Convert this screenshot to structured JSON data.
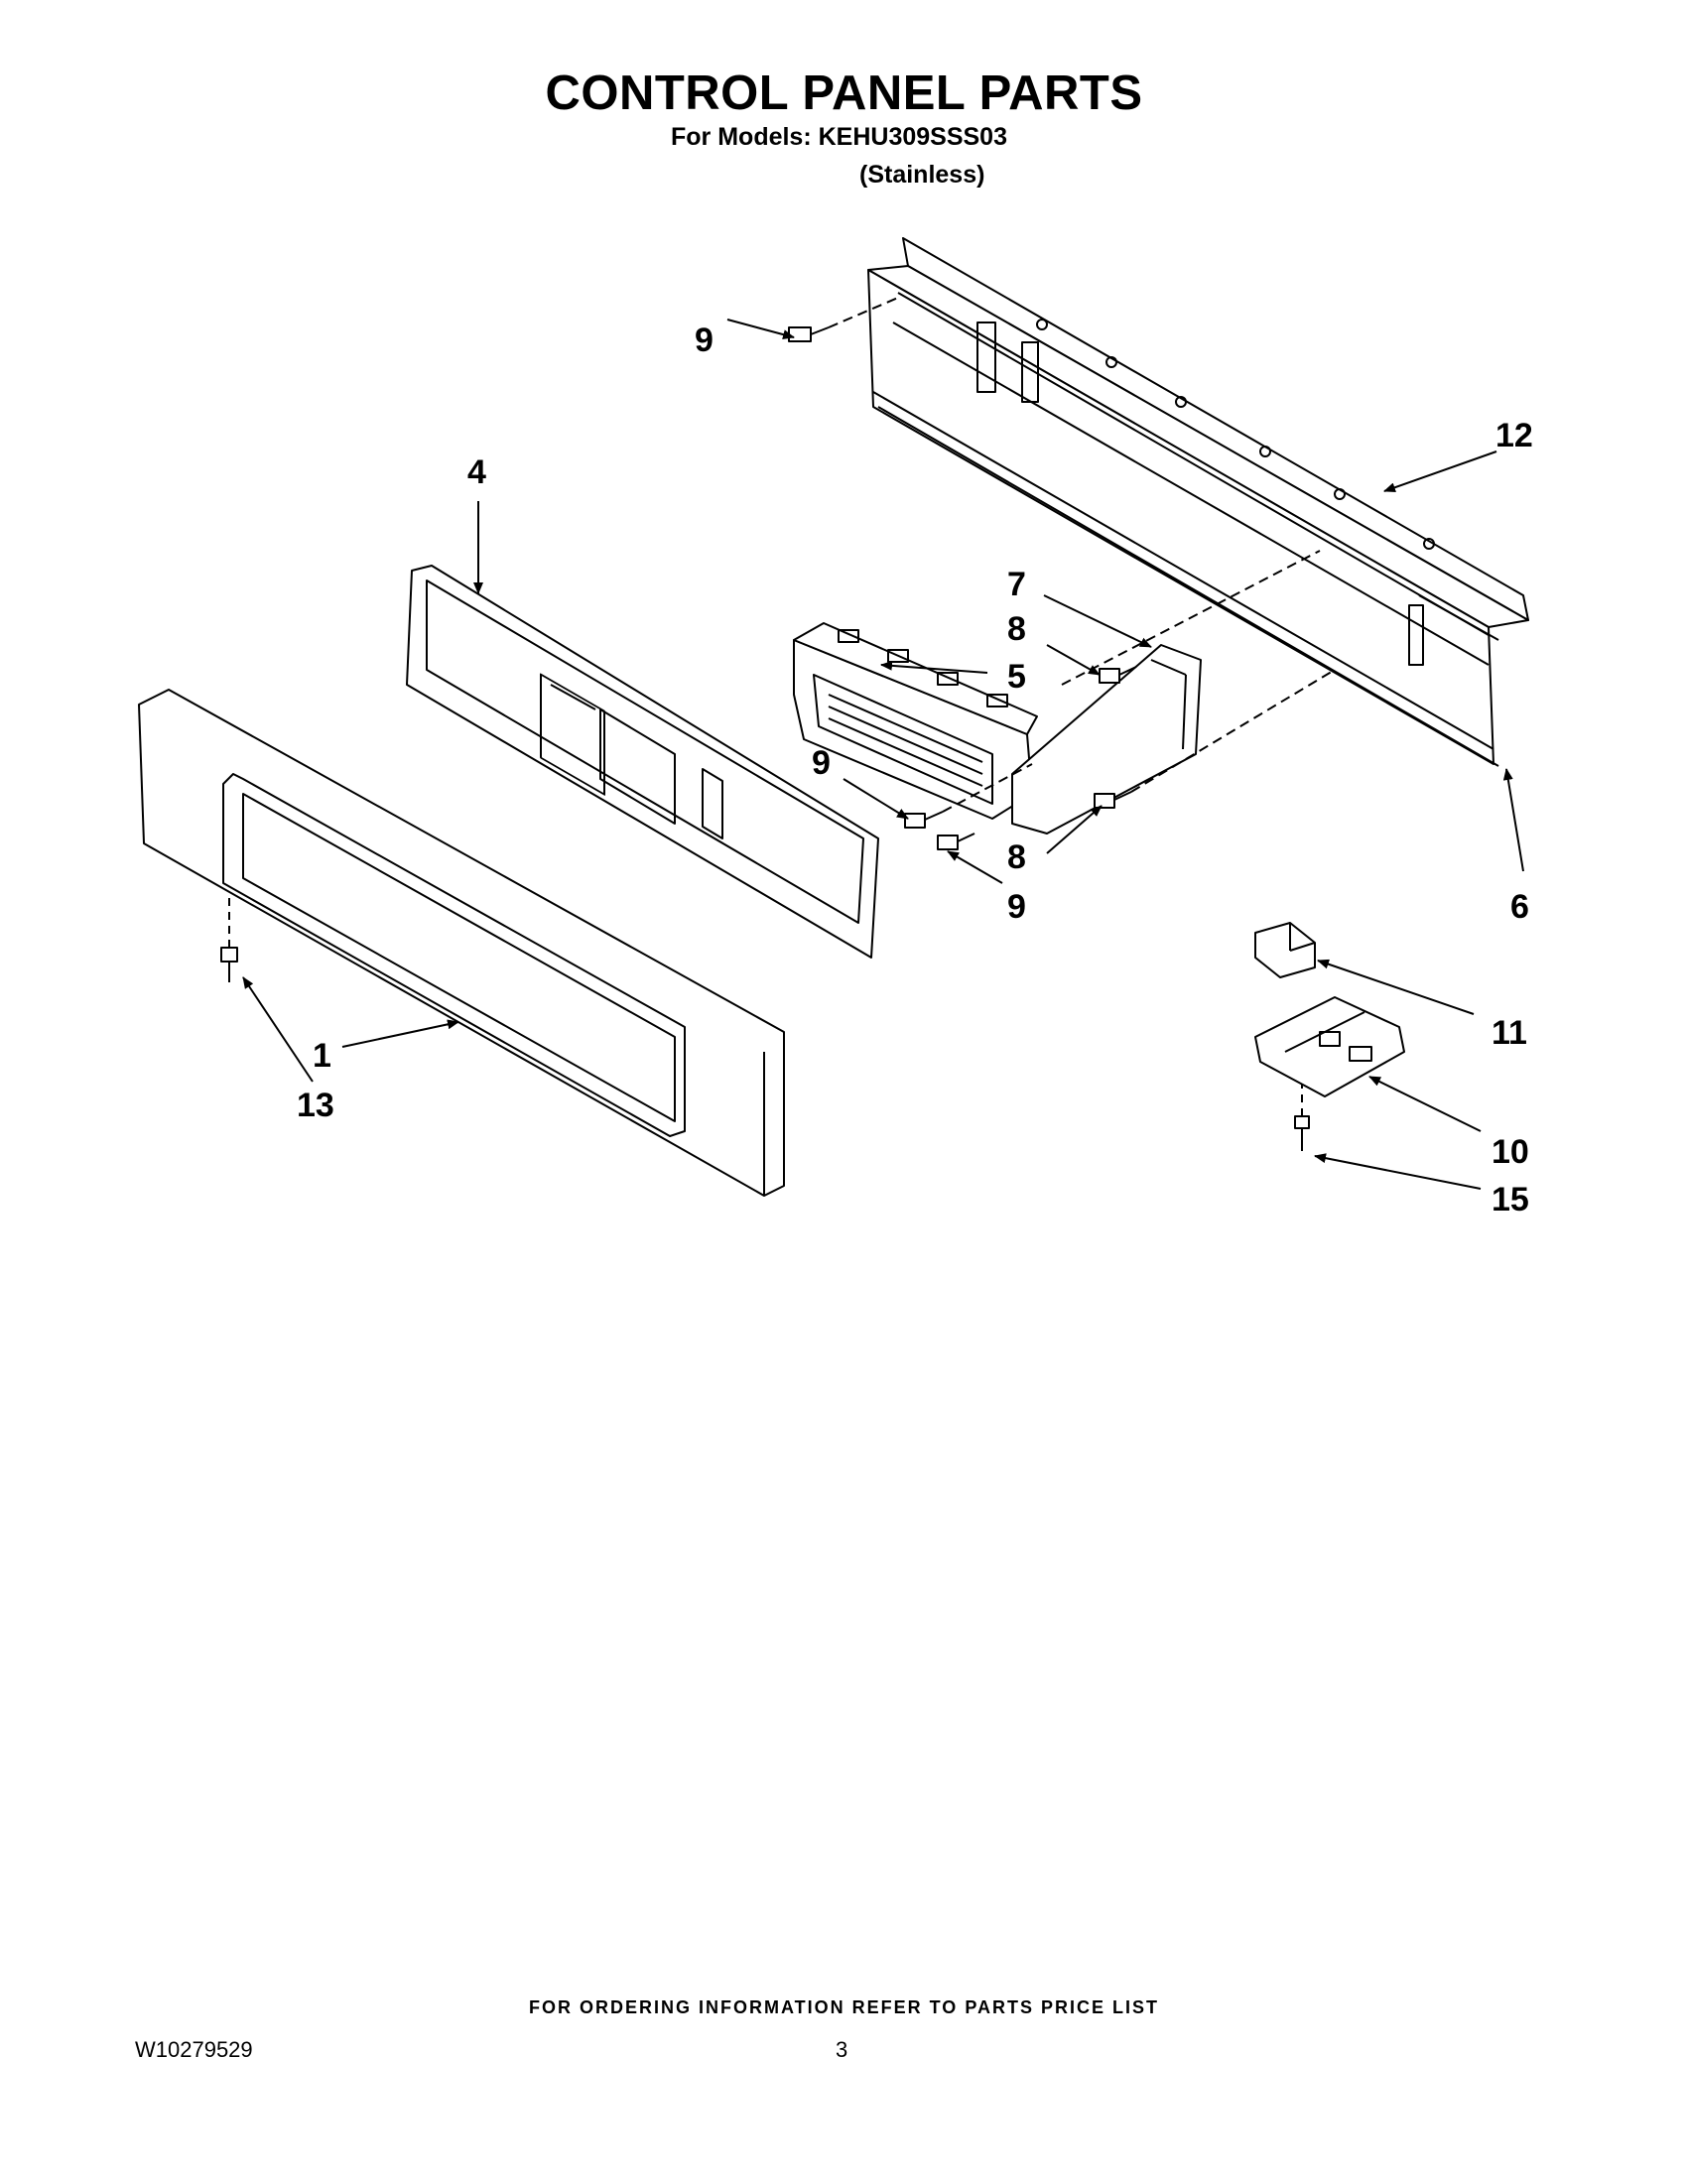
{
  "header": {
    "title": "CONTROL PANEL PARTS",
    "subtitle": "For Models: KEHU309SSS03",
    "variant": "(Stainless)"
  },
  "callouts": [
    {
      "id": "c9a",
      "label": "9"
    },
    {
      "id": "c4",
      "label": "4"
    },
    {
      "id": "c12",
      "label": "12"
    },
    {
      "id": "c7",
      "label": "7"
    },
    {
      "id": "c8a",
      "label": "8"
    },
    {
      "id": "c5",
      "label": "5"
    },
    {
      "id": "c9b",
      "label": "9"
    },
    {
      "id": "c8b",
      "label": "8"
    },
    {
      "id": "c9c",
      "label": "9"
    },
    {
      "id": "c6",
      "label": "6"
    },
    {
      "id": "c11",
      "label": "11"
    },
    {
      "id": "c1",
      "label": "1"
    },
    {
      "id": "c13",
      "label": "13"
    },
    {
      "id": "c10",
      "label": "10"
    },
    {
      "id": "c15",
      "label": "15"
    }
  ],
  "footer": {
    "note": "FOR ORDERING INFORMATION REFER TO PARTS PRICE LIST",
    "doc_number": "W10279529",
    "page_number": "3"
  }
}
